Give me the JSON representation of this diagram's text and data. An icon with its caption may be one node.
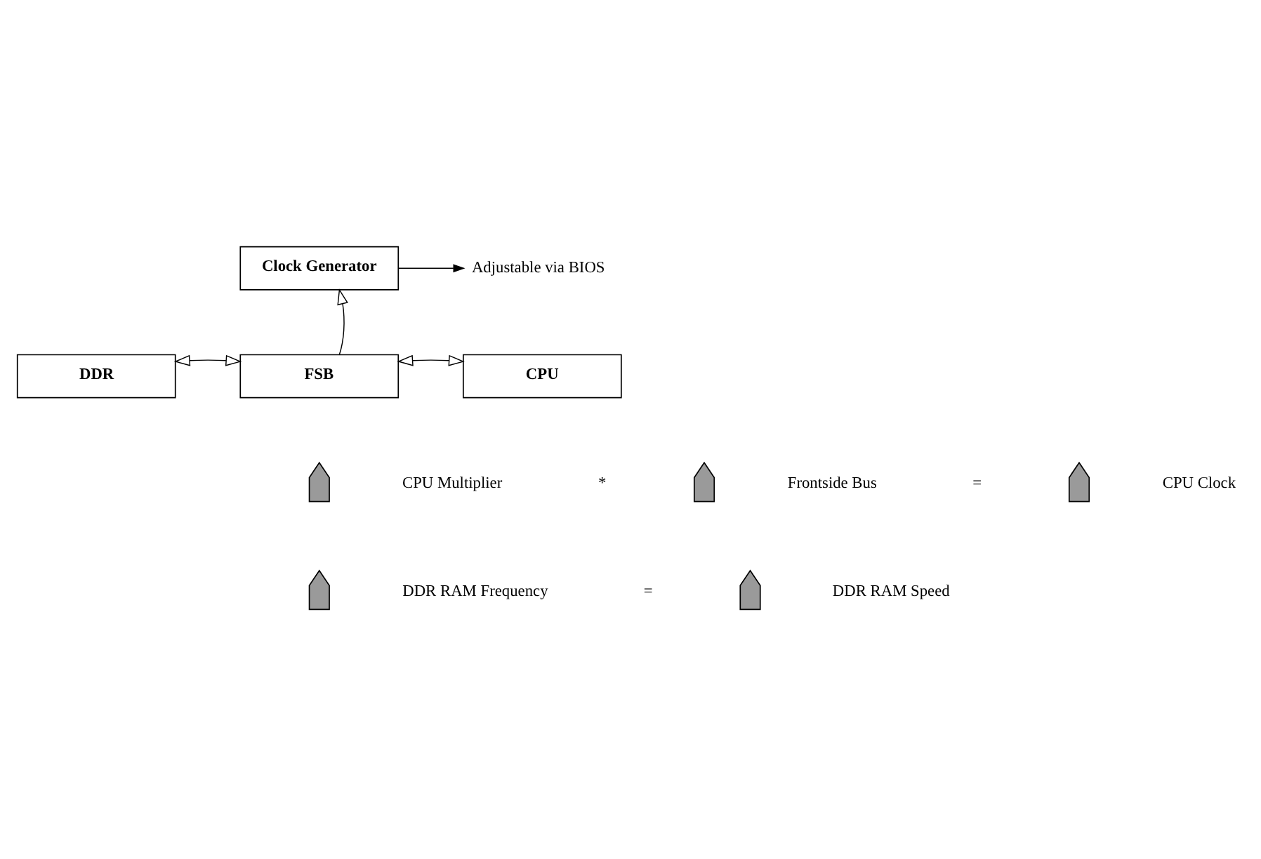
{
  "diagram": {
    "nodes": [
      {
        "text": [
          "Clock Generator"
        ]
      },
      {
        "text": [
          "Adjustable via BIOS"
        ]
      },
      {
        "text": [
          "DDR"
        ]
      },
      {
        "text": [
          "FSB"
        ]
      },
      {
        "text": [
          "CPU"
        ]
      },
      {
        "text": [],
        "shape": "arrow"
      },
      {
        "text": [],
        "shape": "arrow"
      },
      {
        "text": [],
        "shape": "arrow"
      },
      {
        "text": [],
        "shape": "arrow"
      },
      {
        "text": [],
        "shape": "arrow"
      }
    ],
    "edges": [
      {
        "from": 0,
        "to": 1,
        "arrow": "to"
      },
      {
        "from": 3,
        "to": 0,
        "arrow": "to"
      },
      {
        "from": 2,
        "to": 3,
        "arrow": "both"
      },
      {
        "from": 3,
        "to": 4,
        "arrow": "both"
      }
    ],
    "labels": [
      "CPU Multiplier",
      "*",
      "Frontside Bus",
      "=",
      "CPU Clock",
      "DDR RAM Frequency",
      "=",
      "DDR RAM Speed"
    ]
  }
}
